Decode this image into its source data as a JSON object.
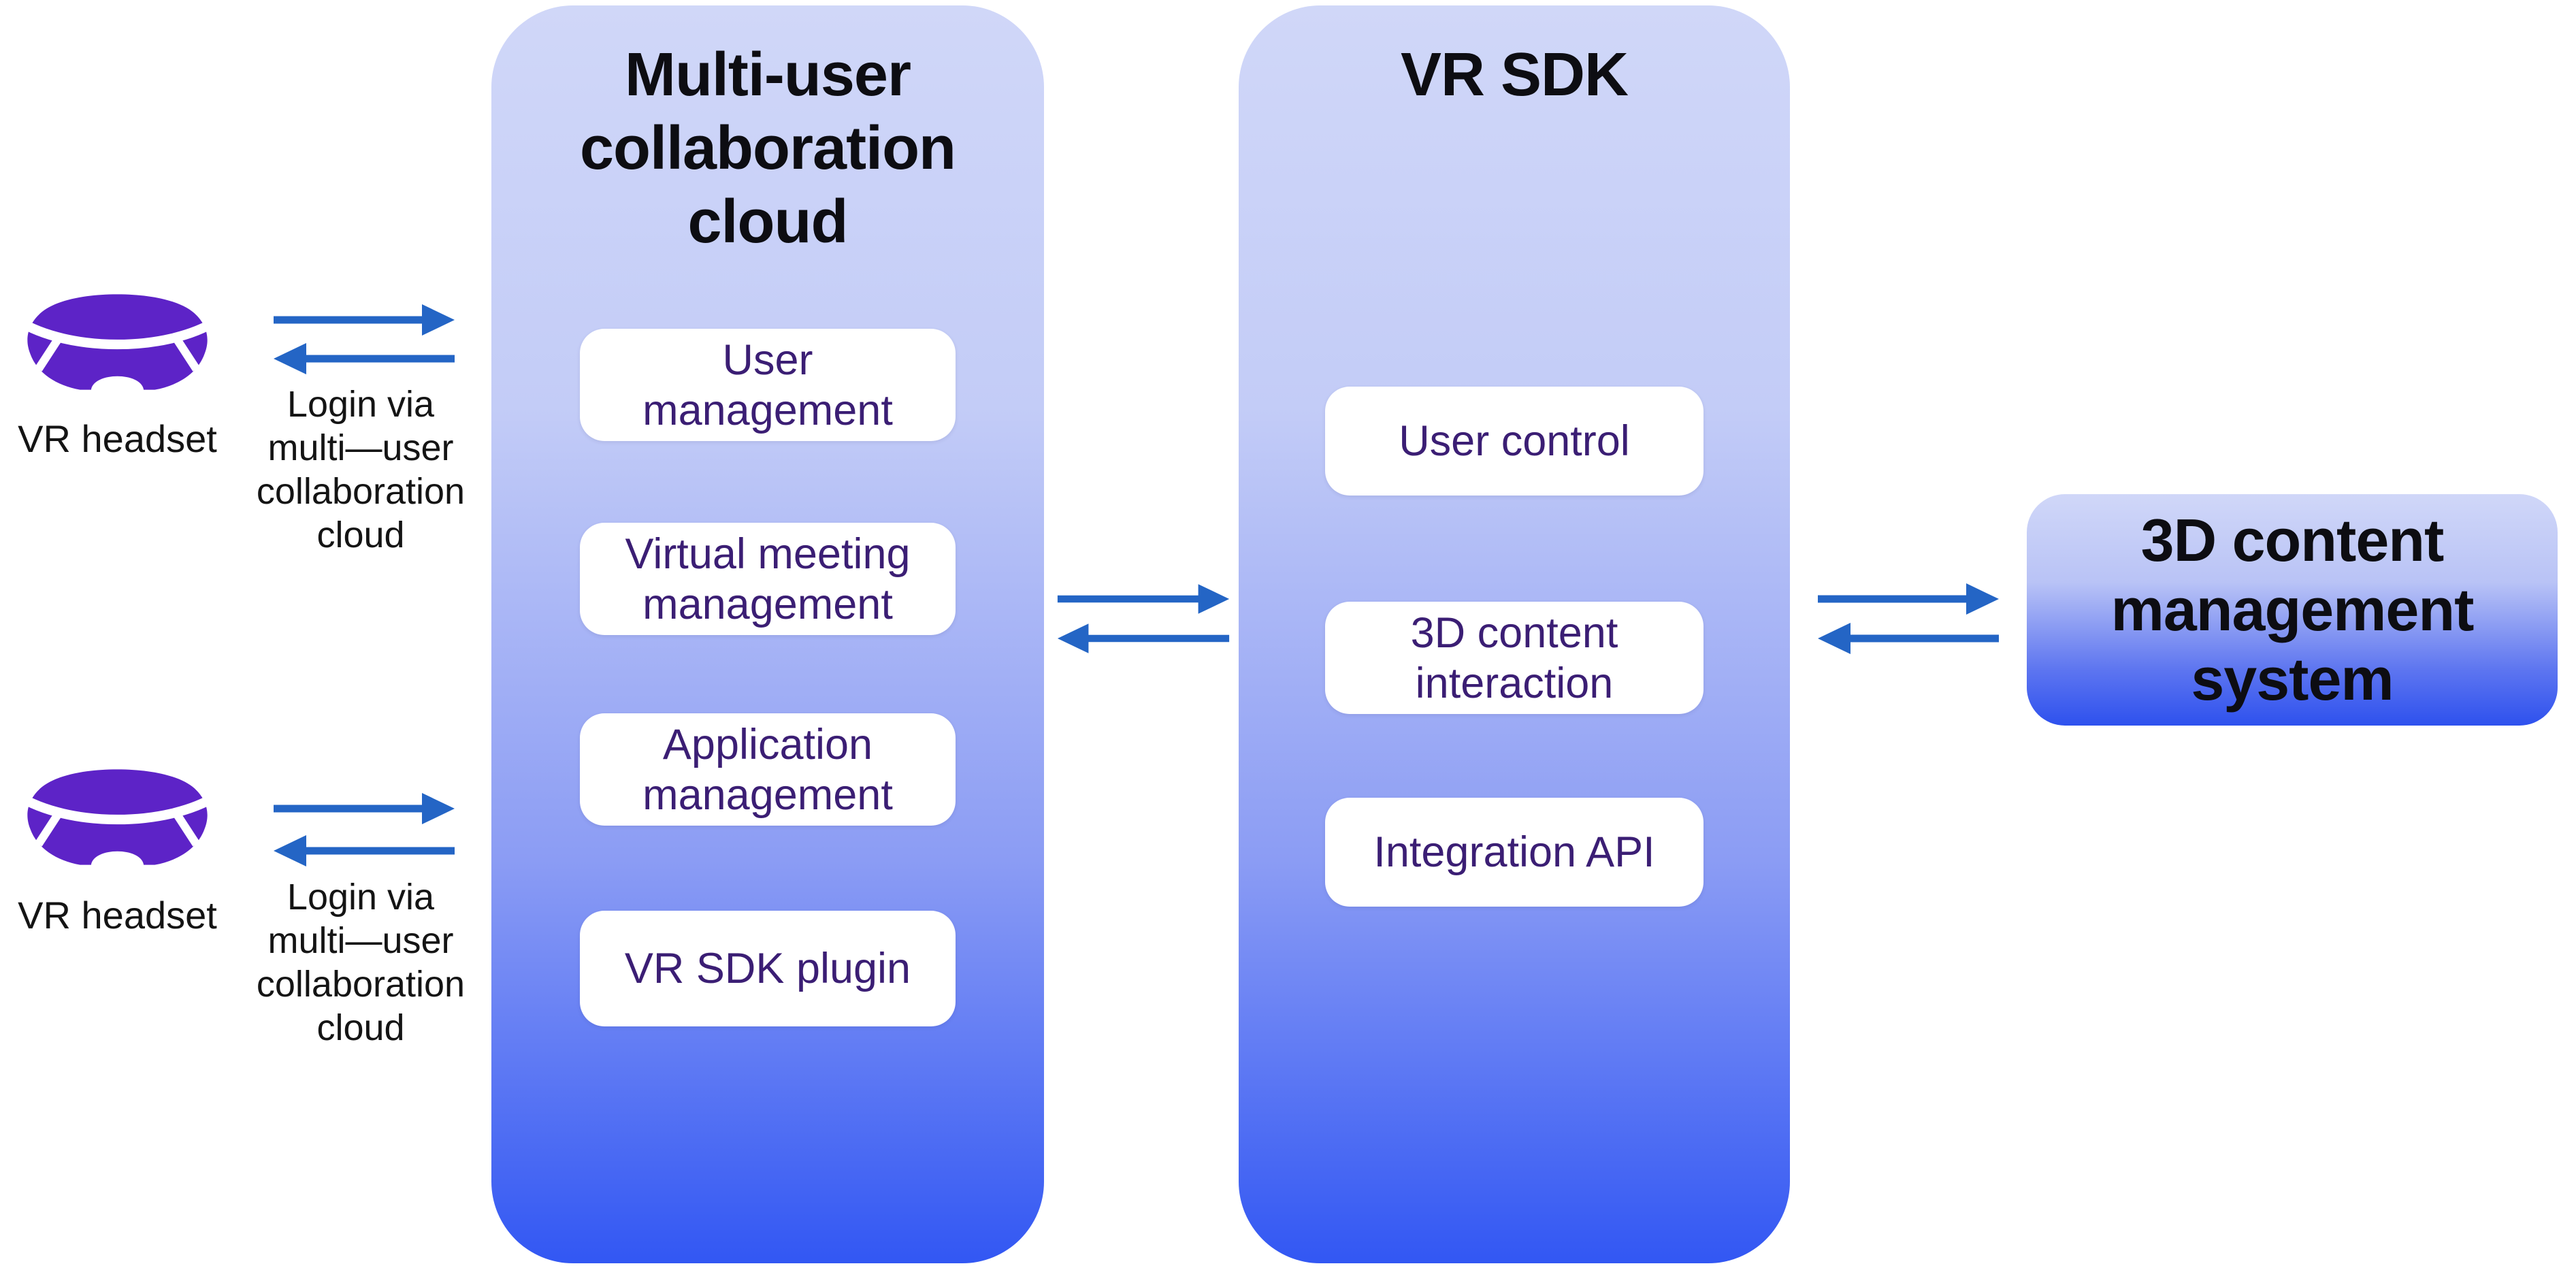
{
  "colors": {
    "panel_gradient_top": "#d0d7f8",
    "panel_gradient_bottom": "#3257f3",
    "endbox_gradient_top": "#d0d7f8",
    "endbox_gradient_bottom": "#2e51ee",
    "subbox_background": "#ffffff",
    "subbox_text": "#3b1e74",
    "title_text": "#0d0d12",
    "arrow_blue": "#2465c5",
    "headset_purple": "#5d23c7",
    "page_background": "#ffffff"
  },
  "actors": [
    {
      "icon": "vr-headset-icon",
      "label": "VR headset",
      "login_lines": [
        "Login via",
        "multi—user",
        "collaboration",
        "cloud"
      ]
    },
    {
      "icon": "vr-headset-icon",
      "label": "VR headset",
      "login_lines": [
        "Login via",
        "multi—user",
        "collaboration",
        "cloud"
      ]
    }
  ],
  "panels": [
    {
      "title_lines": [
        "Multi-user",
        "collaboration",
        "cloud"
      ],
      "boxes": [
        {
          "lines": [
            "User",
            "management"
          ]
        },
        {
          "lines": [
            "Virtual meeting",
            "management"
          ]
        },
        {
          "lines": [
            "Application",
            "management"
          ]
        },
        {
          "lines": [
            "VR SDK plugin"
          ]
        }
      ]
    },
    {
      "title_lines": [
        "VR SDK"
      ],
      "boxes": [
        {
          "lines": [
            "User control"
          ]
        },
        {
          "lines": [
            "3D content",
            "interaction"
          ]
        },
        {
          "lines": [
            "Integration API"
          ]
        }
      ]
    }
  ],
  "end_system": {
    "title_lines": [
      "3D content",
      "management",
      "system"
    ]
  }
}
